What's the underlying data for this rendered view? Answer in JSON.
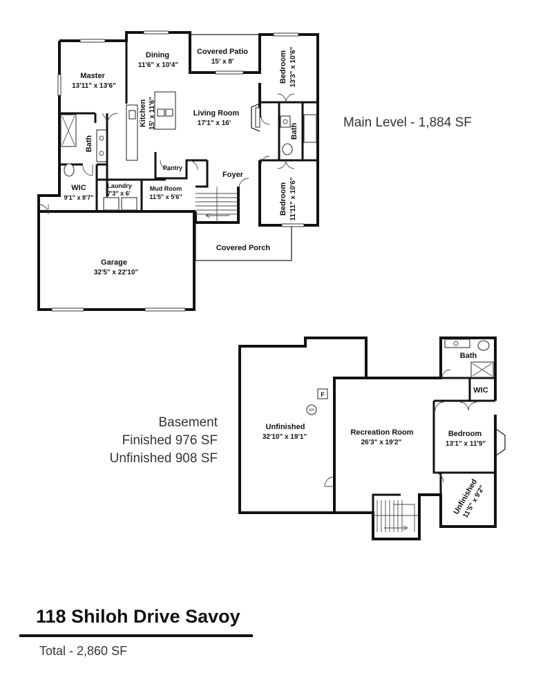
{
  "property": {
    "title": "118 Shiloh Drive Savoy",
    "total": "Total - 2,860 SF"
  },
  "levels": {
    "main": {
      "label": "Main Level - 1,884 SF"
    },
    "basement": {
      "label": "Basement",
      "finished": "Finished 976 SF",
      "unfinished": "Unfinished 908 SF"
    }
  },
  "rooms": {
    "master": {
      "name": "Master",
      "dim": "13'11\" x 13'6\""
    },
    "dining": {
      "name": "Dining",
      "dim": "11'6\" x 10'4\""
    },
    "covered_patio": {
      "name": "Covered Patio",
      "dim": "15' x 8'"
    },
    "bedroom_upper": {
      "name": "Bedroom",
      "dim": "13'3\" x 10'6\""
    },
    "kitchen": {
      "name": "Kitchen",
      "dim": "15' x 11'6\""
    },
    "living_room": {
      "name": "Living Room",
      "dim": "17'1\" x 16'"
    },
    "master_bath": {
      "name": "Bath"
    },
    "hall_bath": {
      "name": "Bath"
    },
    "pantry": {
      "name": "Pantry"
    },
    "foyer": {
      "name": "Foyer"
    },
    "wic_main": {
      "name": "WIC",
      "dim": "9'1\" x 8'7\""
    },
    "laundry": {
      "name": "Laundry",
      "dim": "7'3\" x 6'"
    },
    "mud_room": {
      "name": "Mud Room",
      "dim": "11'5\" x 5'6\""
    },
    "bedroom_lower": {
      "name": "Bedroom",
      "dim": "11'11\" x 10'6\""
    },
    "covered_porch": {
      "name": "Covered Porch"
    },
    "garage": {
      "name": "Garage",
      "dim": "32'5\" x 22'10\""
    },
    "unfinished_large": {
      "name": "Unfinished",
      "dim": "32'10\" x 19'1\""
    },
    "furnace_tag": {
      "name": "F"
    },
    "water_heater_tag": {
      "name": "WH"
    },
    "recreation_room": {
      "name": "Recreation Room",
      "dim": "26'3\" x 19'2\""
    },
    "basement_bath": {
      "name": "Bath"
    },
    "basement_wic": {
      "name": "WIC"
    },
    "basement_bedroom": {
      "name": "Bedroom",
      "dim": "13'1\" x 11'9\""
    },
    "unfinished_small": {
      "name": "Unfinished",
      "dim": "11'5\" x 9'2\""
    }
  }
}
